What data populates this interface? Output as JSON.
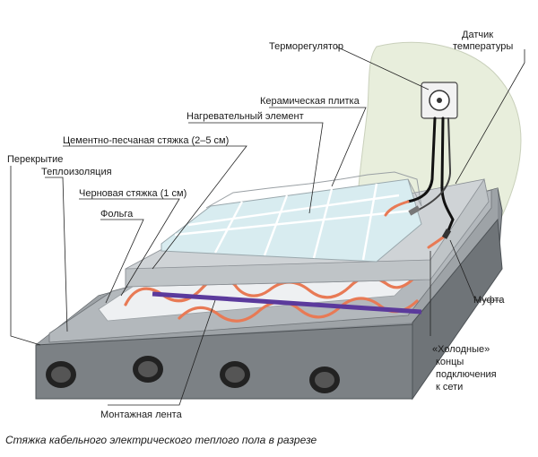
{
  "labels": {
    "thermostat": "Терморегулятор",
    "sensor_line1": "Датчик",
    "sensor_line2": "температуры",
    "tile": "Керамическая плитка",
    "heating_element": "Нагревательный элемент",
    "screed": "Цементно-песчаная стяжка (2–5 см)",
    "slab": "Перекрытие",
    "insulation": "Теплоизоляция",
    "rough_screed": "Черновая стяжка (1 см)",
    "foil": "Фольга",
    "coupling": "Муфта",
    "cold_ends_line1": "«Холодные»",
    "cold_ends_line2": "концы",
    "cold_ends_line3": "подключения",
    "cold_ends_line4": "к сети",
    "mounting_tape": "Монтажная лента"
  },
  "caption": "Стяжка кабельного электрического теплого пола в разрезе",
  "colors": {
    "slab": "#8a8f94",
    "slab_top": "#b7bcc0",
    "screed": "#cfd3d6",
    "tile": "#d8ecf0",
    "tile_grout": "#ffffff",
    "foil": "#e9ecee",
    "cable": "#e87a55",
    "tape": "#5b3a9c",
    "wall": "#e8eedc"
  }
}
